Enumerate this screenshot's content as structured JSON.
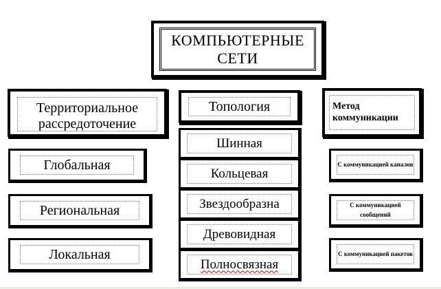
{
  "title": {
    "line1": "КОМПЬЮТЕРНЫЕ",
    "line2": "СЕТИ"
  },
  "left_column": {
    "header": "Территориальное рассредоточение",
    "items": [
      "Глобальная",
      "Региональная",
      "Локальная"
    ]
  },
  "center_column": {
    "header": "Топология",
    "items": [
      "Шинная",
      "Кольцевая",
      "Звездообразна",
      "Древовидная",
      "Полносвязная"
    ]
  },
  "right_column": {
    "header": "Метод коммуникации",
    "items": [
      "С коммуникацией каналов",
      "С коммуникацией сообщений",
      "С коммуникацией пакетов"
    ]
  }
}
